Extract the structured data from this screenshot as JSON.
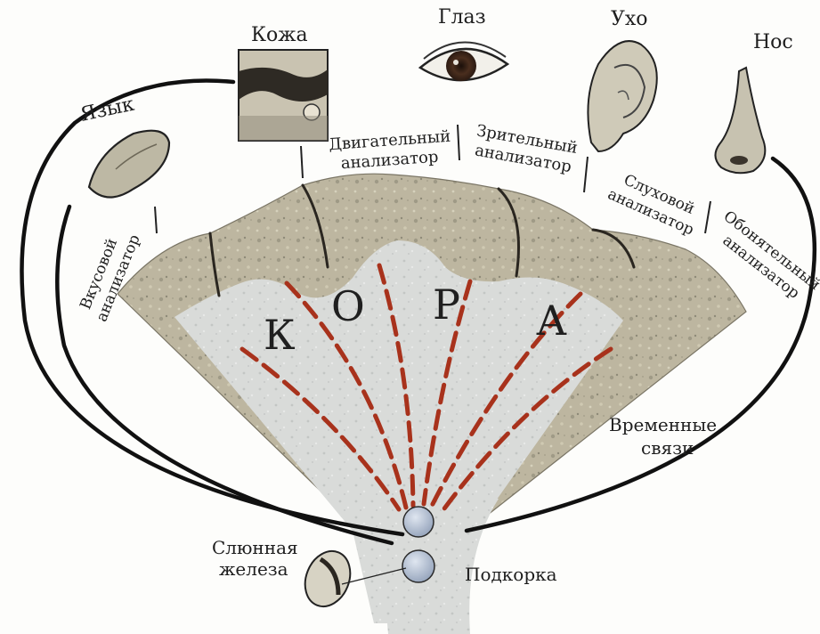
{
  "organs": {
    "tongue": "Язык",
    "skin": "Кожа",
    "eye": "Глаз",
    "ear": "Ухо",
    "nose": "Нос"
  },
  "analyzers": {
    "taste": [
      "Вкусовой",
      "анализатор"
    ],
    "motor": [
      "Двигательный",
      "анализатор"
    ],
    "visual": [
      "Зрительный",
      "анализатор"
    ],
    "auditory": [
      "Слуховой",
      "анализатор"
    ],
    "olfactory": [
      "Обонятельный",
      "анализатор"
    ]
  },
  "cortex_letters": [
    "К",
    "О",
    "Р",
    "А"
  ],
  "temporary_links": [
    "Временные",
    "связи"
  ],
  "salivary_gland": [
    "Слюнная",
    "железа"
  ],
  "subcortex": "Подкорка",
  "colors": {
    "cortex_gray": "#b8b29c",
    "white_matter": "#d8dad8",
    "dash_red": "#a8321c",
    "line": "#1a1a1a",
    "node": "#b9c4d6"
  }
}
